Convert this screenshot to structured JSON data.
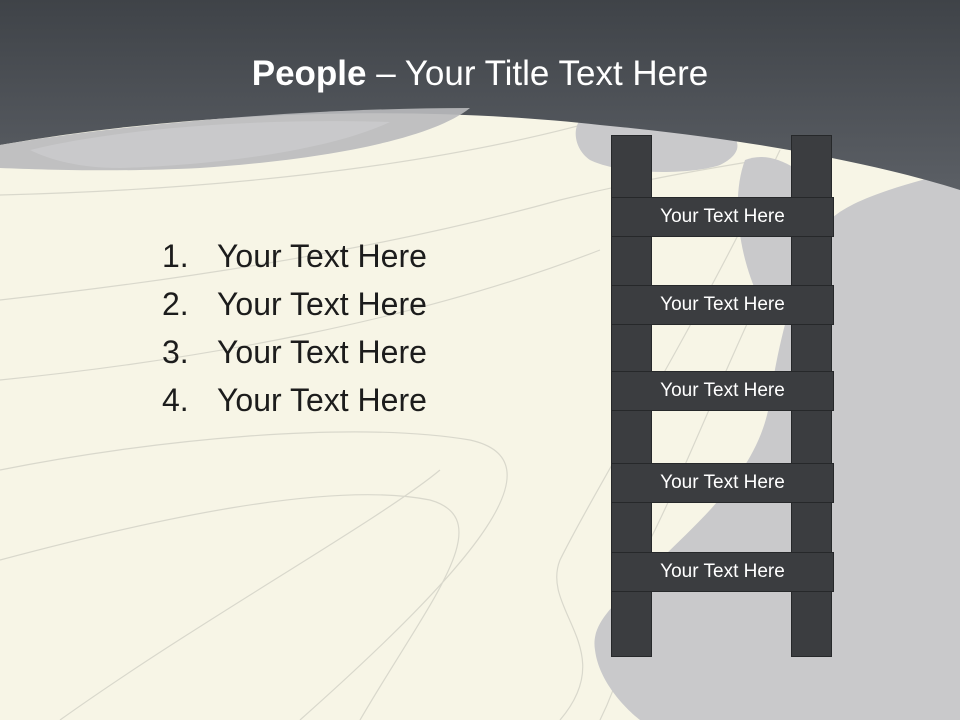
{
  "title": {
    "bold": "People",
    "rest": " – Your Title Text Here"
  },
  "list": [
    {
      "num": "1.",
      "text": "Your Text Here"
    },
    {
      "num": "2.",
      "text": "Your Text Here"
    },
    {
      "num": "3.",
      "text": "Your Text Here"
    },
    {
      "num": "4.",
      "text": "Your Text Here"
    }
  ],
  "ladder": {
    "rungs": [
      "Your Text Here",
      "Your Text Here",
      "Your Text Here",
      "Your Text Here",
      "Your Text Here"
    ]
  },
  "colors": {
    "header": "#4a4e54",
    "background": "#f7f5e6",
    "silhouette": "#c9c9cb",
    "ladder": "#3b3d40",
    "text": "#1c1c1c"
  }
}
